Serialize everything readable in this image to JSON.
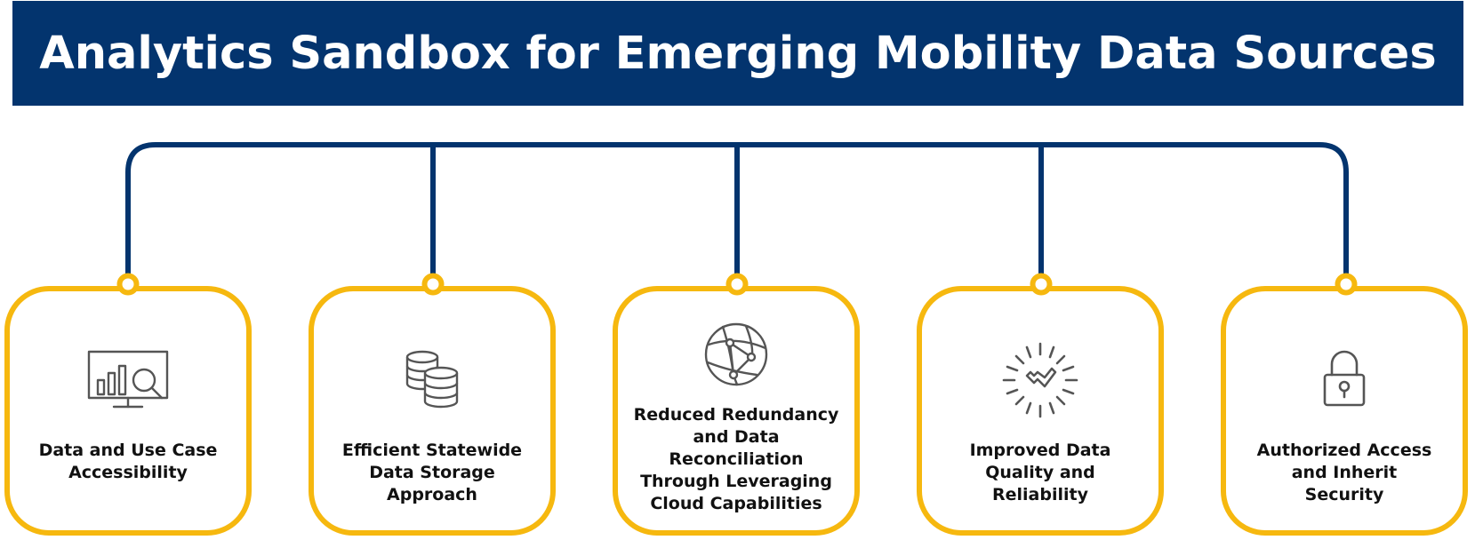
{
  "title": "Analytics Sandbox for Emerging Mobility Data Sources",
  "colors": {
    "banner": "#03346e",
    "connector": "#03346e",
    "card_border": "#f6b80f",
    "icon": "#555555"
  },
  "cards": [
    {
      "icon": "presentation-chart-search-icon",
      "lines": [
        "Data and Use Case",
        "Accessibility"
      ]
    },
    {
      "icon": "database-icon",
      "lines": [
        "Efficient Statewide",
        "Data Storage",
        "Approach"
      ]
    },
    {
      "icon": "network-globe-icon",
      "lines": [
        "Reduced Redundancy",
        "and Data",
        "Reconciliation",
        "Through Leveraging",
        "Cloud Capabilities"
      ]
    },
    {
      "icon": "quality-badge-check-icon",
      "lines": [
        "Improved Data",
        "Quality and",
        "Reliability"
      ]
    },
    {
      "icon": "padlock-icon",
      "lines": [
        "Authorized Access",
        "and Inherit",
        "Security"
      ]
    }
  ]
}
